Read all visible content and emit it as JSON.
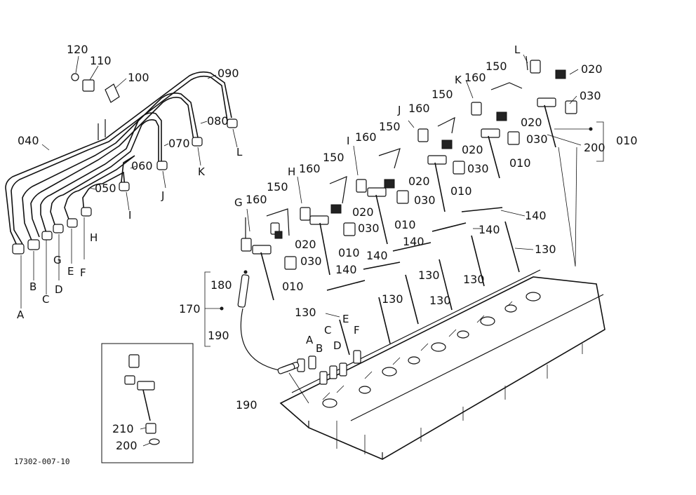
{
  "diagram": {
    "part_labels": [
      {
        "id": "l120",
        "text": "120"
      },
      {
        "id": "l110",
        "text": "110"
      },
      {
        "id": "l100",
        "text": "100"
      },
      {
        "id": "l090",
        "text": "090"
      },
      {
        "id": "l080",
        "text": "080"
      },
      {
        "id": "l070",
        "text": "070"
      },
      {
        "id": "l060",
        "text": "060"
      },
      {
        "id": "l050",
        "text": "050"
      },
      {
        "id": "l040",
        "text": "040"
      },
      {
        "id": "l020a",
        "text": "020"
      },
      {
        "id": "l030a",
        "text": "030"
      },
      {
        "id": "l010a",
        "text": "010"
      },
      {
        "id": "l200a",
        "text": "200"
      },
      {
        "id": "l150a",
        "text": "150"
      },
      {
        "id": "l160a",
        "text": "160"
      },
      {
        "id": "l020b",
        "text": "020"
      },
      {
        "id": "l030b",
        "text": "030"
      },
      {
        "id": "l010b",
        "text": "010"
      },
      {
        "id": "l150b",
        "text": "150"
      },
      {
        "id": "l160b",
        "text": "160"
      },
      {
        "id": "l020c",
        "text": "020"
      },
      {
        "id": "l030c",
        "text": "030"
      },
      {
        "id": "l010c",
        "text": "010"
      },
      {
        "id": "l150c",
        "text": "150"
      },
      {
        "id": "l160c",
        "text": "160"
      },
      {
        "id": "l020d",
        "text": "020"
      },
      {
        "id": "l030d",
        "text": "030"
      },
      {
        "id": "l010d",
        "text": "010"
      },
      {
        "id": "l150d",
        "text": "150"
      },
      {
        "id": "l160d",
        "text": "160"
      },
      {
        "id": "l020e",
        "text": "020"
      },
      {
        "id": "l030e",
        "text": "030"
      },
      {
        "id": "l010e",
        "text": "010"
      },
      {
        "id": "l150e",
        "text": "150"
      },
      {
        "id": "l160e",
        "text": "160"
      },
      {
        "id": "l020f",
        "text": "020"
      },
      {
        "id": "l030f",
        "text": "030"
      },
      {
        "id": "l010f",
        "text": "010"
      },
      {
        "id": "l140a",
        "text": "140"
      },
      {
        "id": "l140b",
        "text": "140"
      },
      {
        "id": "l140c",
        "text": "140"
      },
      {
        "id": "l140d",
        "text": "140"
      },
      {
        "id": "l140e",
        "text": "140"
      },
      {
        "id": "l130a",
        "text": "130"
      },
      {
        "id": "l130b",
        "text": "130"
      },
      {
        "id": "l130c",
        "text": "130"
      },
      {
        "id": "l130d",
        "text": "130"
      },
      {
        "id": "l130e",
        "text": "130"
      },
      {
        "id": "l130f",
        "text": "130"
      },
      {
        "id": "l180",
        "text": "180"
      },
      {
        "id": "l170",
        "text": "170"
      },
      {
        "id": "l190a",
        "text": "190"
      },
      {
        "id": "l190b",
        "text": "190"
      },
      {
        "id": "l210",
        "text": "210"
      },
      {
        "id": "l200b",
        "text": "200"
      }
    ],
    "letters": [
      {
        "id": "sL1",
        "text": "L"
      },
      {
        "id": "sK1",
        "text": "K"
      },
      {
        "id": "sJ1",
        "text": "J"
      },
      {
        "id": "sI1",
        "text": "I"
      },
      {
        "id": "sH1",
        "text": "H"
      },
      {
        "id": "sG1",
        "text": "G"
      },
      {
        "id": "sF1",
        "text": "F"
      },
      {
        "id": "sE1",
        "text": "E"
      },
      {
        "id": "sD1",
        "text": "D"
      },
      {
        "id": "sC1",
        "text": "C"
      },
      {
        "id": "sB1",
        "text": "B"
      },
      {
        "id": "sA1",
        "text": "A"
      },
      {
        "id": "sL2",
        "text": "L"
      },
      {
        "id": "sK2",
        "text": "K"
      },
      {
        "id": "sJ2",
        "text": "J"
      },
      {
        "id": "sI2",
        "text": "I"
      },
      {
        "id": "sH2",
        "text": "H"
      },
      {
        "id": "sG2",
        "text": "G"
      },
      {
        "id": "sA2",
        "text": "A"
      },
      {
        "id": "sB2",
        "text": "B"
      },
      {
        "id": "sC2",
        "text": "C"
      },
      {
        "id": "sD2",
        "text": "D"
      },
      {
        "id": "sE2",
        "text": "E"
      },
      {
        "id": "sF2",
        "text": "F"
      }
    ],
    "drawing_code": "17302-007-10"
  }
}
